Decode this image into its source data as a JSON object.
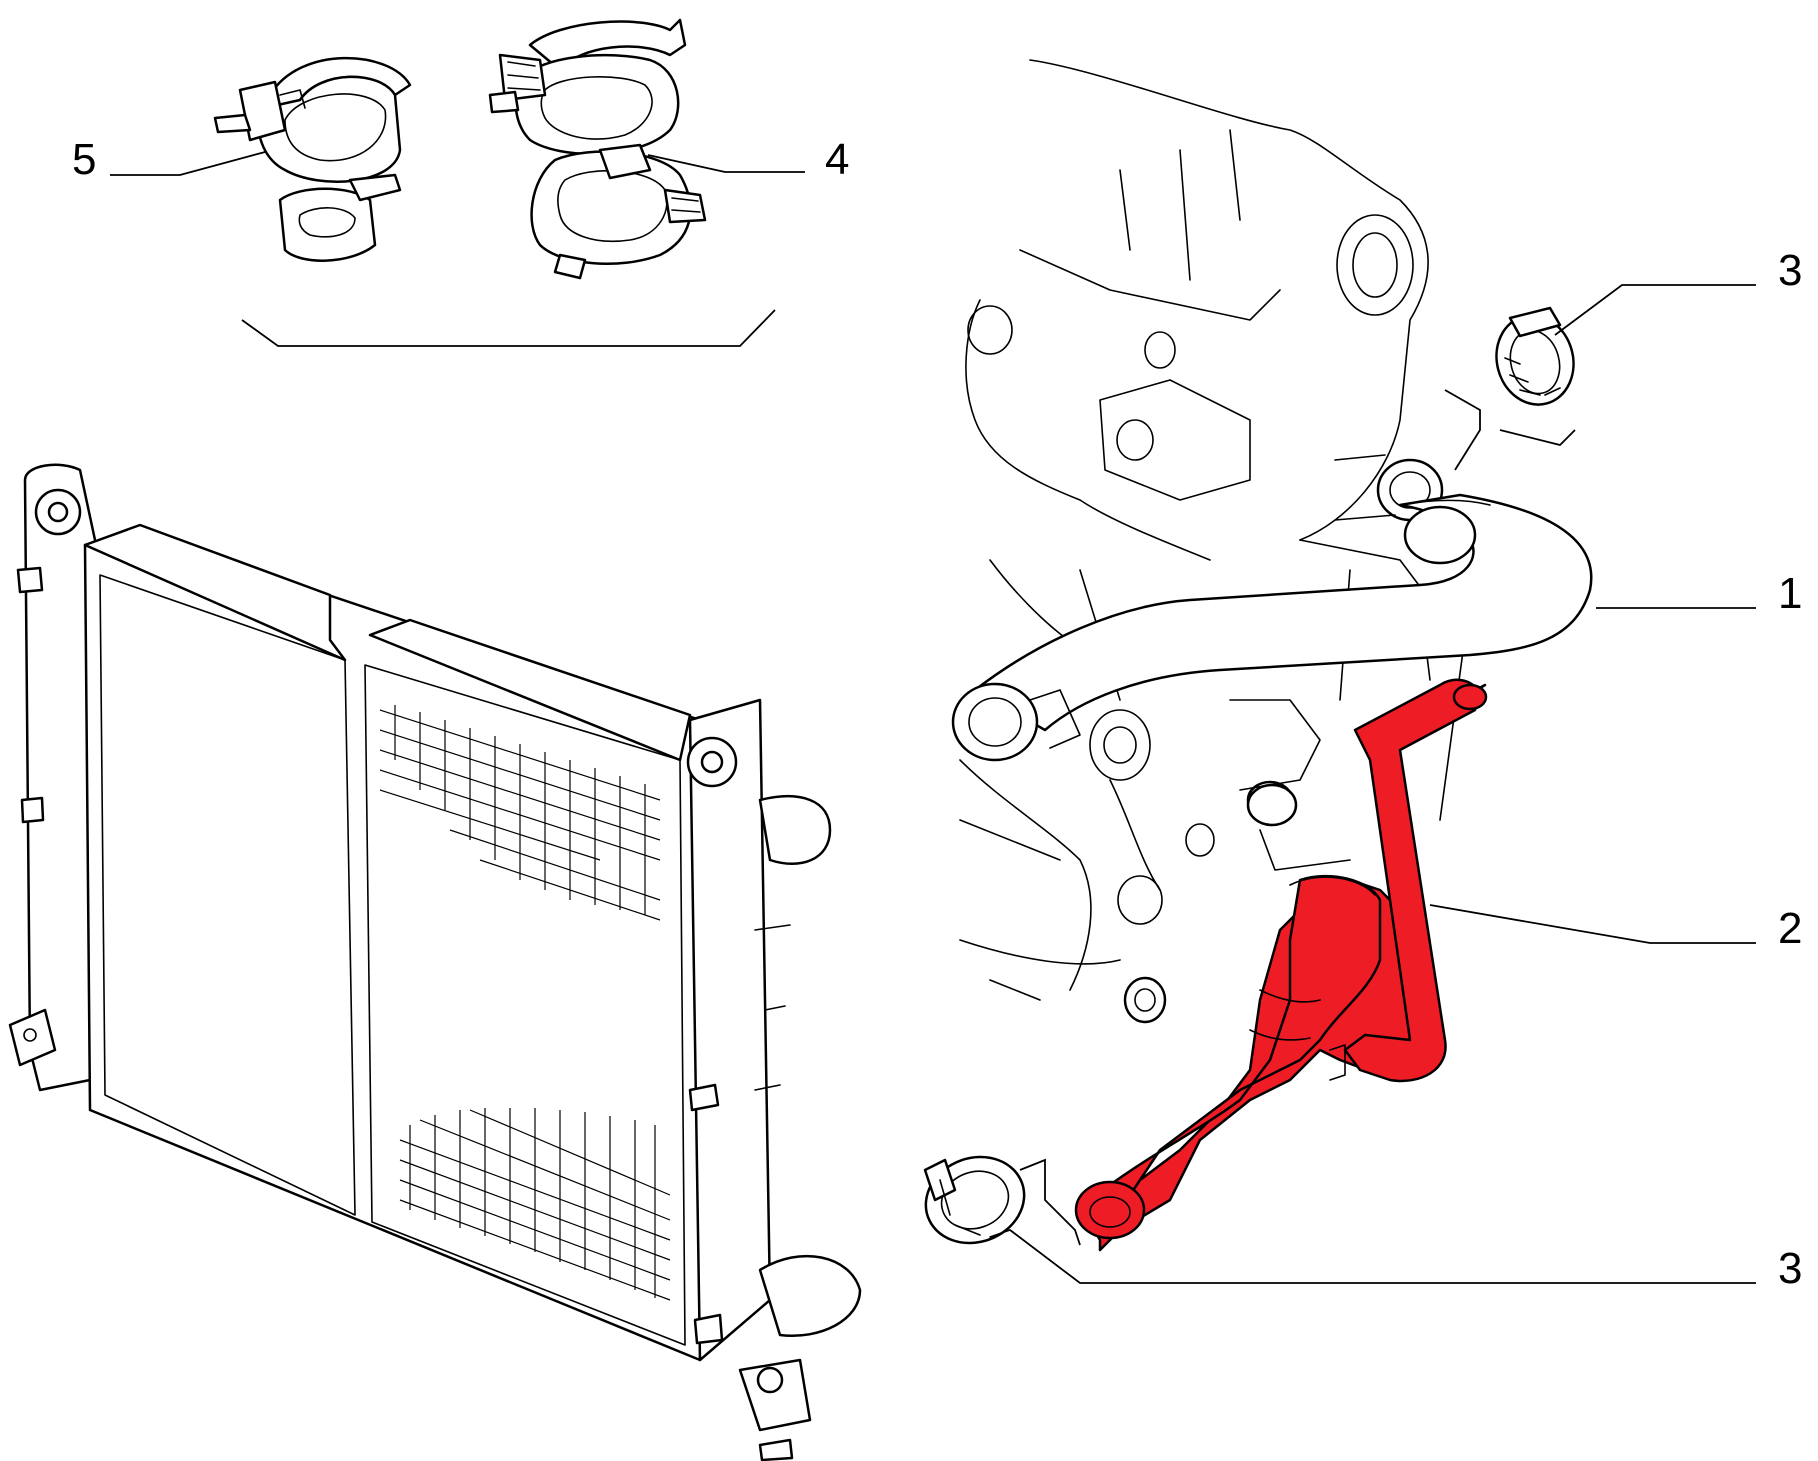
{
  "colors": {
    "highlight": "#ee1c25",
    "line": "#000000",
    "background": "#ffffff"
  },
  "callouts": [
    {
      "id": "5",
      "label": "5"
    },
    {
      "id": "4",
      "label": "4"
    },
    {
      "id": "3a",
      "label": "3"
    },
    {
      "id": "1",
      "label": "1"
    },
    {
      "id": "2",
      "label": "2"
    },
    {
      "id": "3b",
      "label": "3"
    }
  ]
}
